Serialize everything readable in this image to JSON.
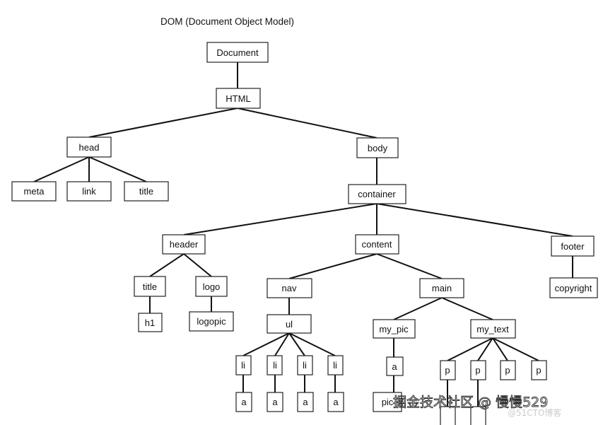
{
  "title": "DOM (Document Object Model)",
  "nodes": {
    "document": "Document",
    "html": "HTML",
    "head": "head",
    "body": "body",
    "meta": "meta",
    "link": "link",
    "head_title": "title",
    "container": "container",
    "header": "header",
    "content": "content",
    "footer": "footer",
    "header_title": "title",
    "logo": "logo",
    "h1": "h1",
    "logopic": "logopic",
    "nav": "nav",
    "main": "main",
    "copyright": "copyright",
    "ul": "ul",
    "li_1": "li",
    "li_2": "li",
    "li_3": "li",
    "li_4": "li",
    "a_1": "a",
    "a_2": "a",
    "a_3": "a",
    "a_4": "a",
    "my_pic": "my_pic",
    "my_pic_a": "a",
    "pic": "pic",
    "my_text": "my_text",
    "p_1": "p",
    "p_2": "p",
    "p_3": "p",
    "p_4": "p"
  },
  "watermark": {
    "primary": "掘金技术社区 @ 慢慢529",
    "secondary": "@51CTO博客"
  }
}
